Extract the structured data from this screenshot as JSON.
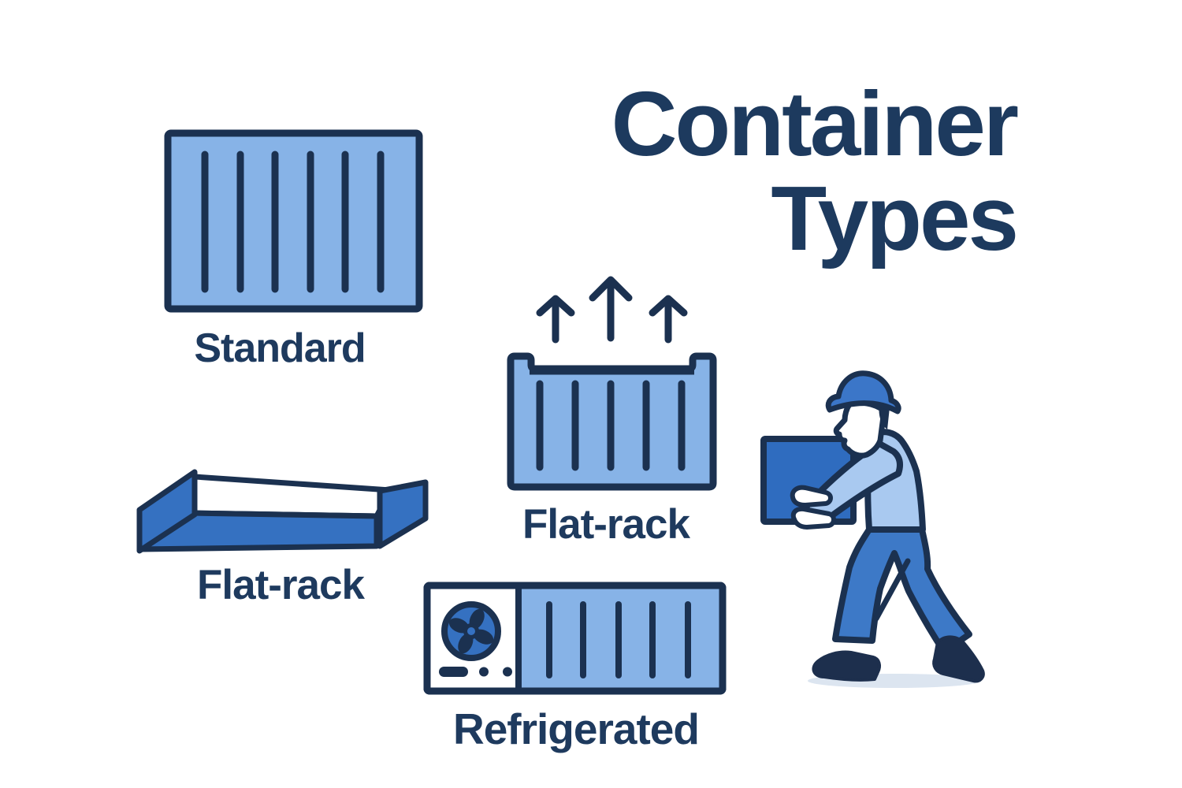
{
  "title": {
    "line1": "Container",
    "line2": "Types"
  },
  "items": [
    {
      "label": "Standard",
      "kind": "standard-container-icon"
    },
    {
      "label": "Flat-rack",
      "kind": "flat-rack-platform-icon"
    },
    {
      "label": "Flat-rack",
      "kind": "open-top-container-icon-with-up-arrows"
    },
    {
      "label": "Refrigerated",
      "kind": "refrigerated-container-icon-with-fan"
    }
  ],
  "illustration": {
    "name": "worker-carrying-box",
    "details": [
      "hard-hat",
      "box",
      "walking-pose",
      "ground-shadow"
    ]
  },
  "colors": {
    "background": "#ffffff",
    "container_light_blue": "#87b3e7",
    "accent_medium_blue": "#3571c1",
    "shirt_light_blue": "#a9c9f0",
    "outline_navy": "#1b3150",
    "text_navy": "#1e3a5e",
    "shadow_gray_blue": "#dce5f0"
  }
}
